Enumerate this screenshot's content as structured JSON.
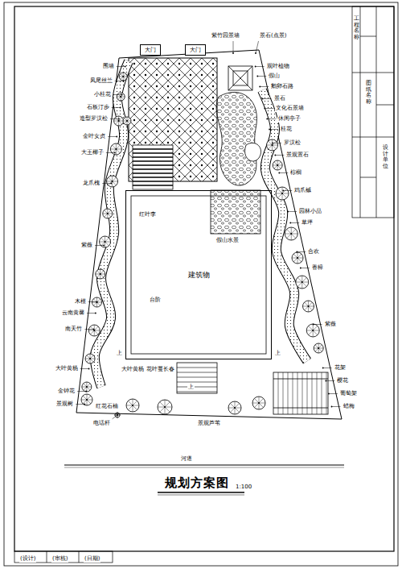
{
  "diagram": {
    "title": "规划方案图",
    "nodes": [
      {
        "text": [
          "大门"
        ]
      },
      {
        "text": [
          "大门"
        ]
      },
      {
        "text": [
          "建筑物"
        ]
      }
    ],
    "labels": [
      "围墙",
      "凤尾丝兰",
      "小桂花",
      "石板汀步",
      "造型罗汉松",
      "金叶女贞",
      "大王椰子",
      "龙爪槐",
      "紫薇",
      "木槿",
      "云南黄馨",
      "南天竹",
      "大叶黄杨",
      "金钟花",
      "景观树",
      "电话杆",
      "紫竹园景墙",
      "景石(点景)",
      "观叶植物",
      "假山",
      "鹅卵石路",
      "景石",
      "文化石景墙",
      "休闲亭子",
      "桂花",
      "罗汉松",
      "景观置石",
      "棕榈",
      "鸡爪槭",
      "园林小品",
      "草坪",
      "合欢",
      "香樟",
      "紫薇",
      "花架",
      "樱花",
      "葡萄架",
      "蜡梅",
      "红叶李",
      "假山水景",
      "台阶",
      "上",
      "上",
      "上",
      "大叶黄杨",
      "花叶蔓长春",
      "红花石楠",
      "景观芦苇",
      "河道",
      "1:100",
      "(设计)",
      "(审核)",
      "(日期)",
      "工程名称",
      "图纸名称",
      "设计单位"
    ]
  }
}
